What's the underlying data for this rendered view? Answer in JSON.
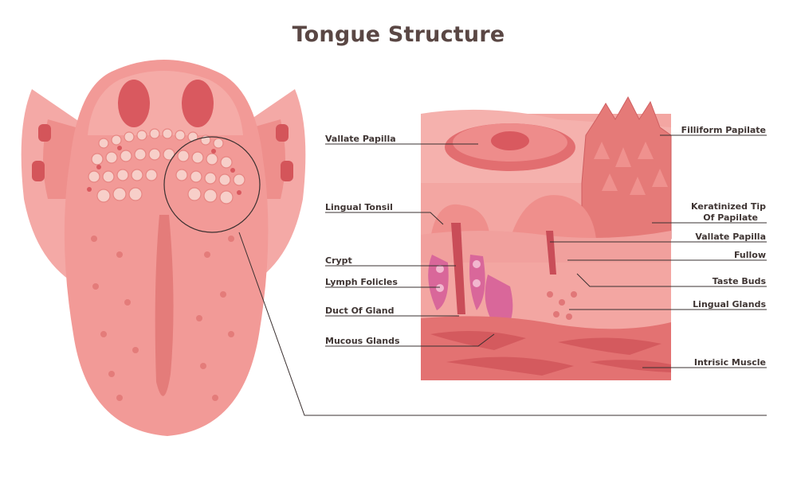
{
  "title": "Tongue Structure",
  "labels_left": [
    "Vallate Papilla",
    "Lingual Tonsil",
    "Crypt",
    "Lymph Folicles",
    "Duct Of Gland",
    "Mucous Glands"
  ],
  "labels_right": [
    "Filliform Papilate",
    "Keratinized Tip",
    "Of Papilate",
    "Vallate Papilla",
    "Fullow",
    "Taste Buds",
    "Lingual Glands",
    "Intrisic Muscle"
  ],
  "colors": {
    "title": "#5a4744",
    "tongue": "#f29a97",
    "tissue": "#ec8582",
    "muscle": "#e06f6f",
    "gland": "#d9679a",
    "line": "#3a3030"
  }
}
